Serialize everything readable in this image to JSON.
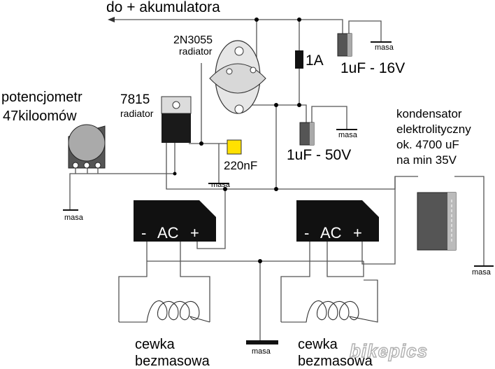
{
  "labels": {
    "battery": "do + akumulatora",
    "transistor_name": "2N3055",
    "transistor_note": "radiator",
    "regulator_name": "7815",
    "regulator_note": "radiator",
    "pot_line1": "potencjometr",
    "pot_line2": "47kiloomów",
    "fuse": "1A",
    "cap_top": "1uF - 16V",
    "cap_mid": "1uF - 50V",
    "cap_small": "220nF",
    "elcap_line1": "kondensator",
    "elcap_line2": "elektrolityczny",
    "elcap_line3": "ok. 4700 uF",
    "elcap_line4": "na min 35V",
    "ac_minus": "-",
    "ac_label": "AC",
    "ac_plus": "+",
    "coil_line1": "cewka",
    "coil_line2": "bezmasowa",
    "ground": "masa",
    "watermark": "bikepics"
  },
  "colors": {
    "wire": "#555555",
    "component_dark": "#1a1a1a",
    "component_gray": "#555555",
    "capacitor_yellow": "#ffe100",
    "transistor_fill": "#e6e6e6"
  }
}
